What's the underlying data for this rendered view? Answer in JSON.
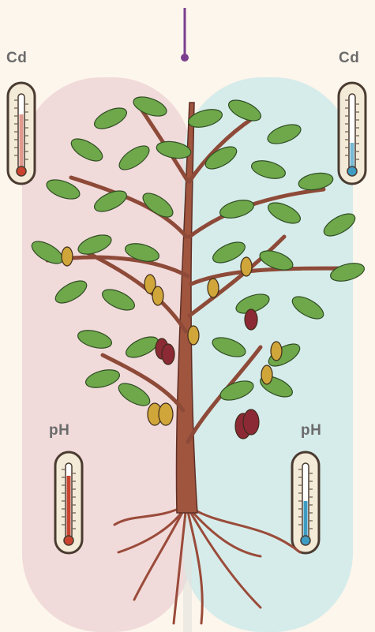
{
  "labels": {
    "cd_left": "Cd",
    "cd_right": "Cd",
    "ph_left": "pH",
    "ph_right": "pH"
  },
  "colors": {
    "background": "#fdf6ec",
    "left_zone": "#f1dada",
    "right_zone": "#d6ecea",
    "divider_line": "#7a3f8f",
    "hot_mercury": "#c9452f",
    "cold_mercury": "#3e9cc3",
    "thermometer_body": "#f4ead8",
    "thermometer_frame": "#4a3b30",
    "trunk": "#a0553f",
    "leaf": "#6fa84a",
    "pod_ripe": "#d0a63a",
    "pod_dark": "#8b2a34"
  },
  "icons": {
    "thermometers": [
      "thermometer-icon",
      "thermometer-icon",
      "thermometer-icon",
      "thermometer-icon"
    ],
    "plant": "cacao-tree-icon"
  }
}
